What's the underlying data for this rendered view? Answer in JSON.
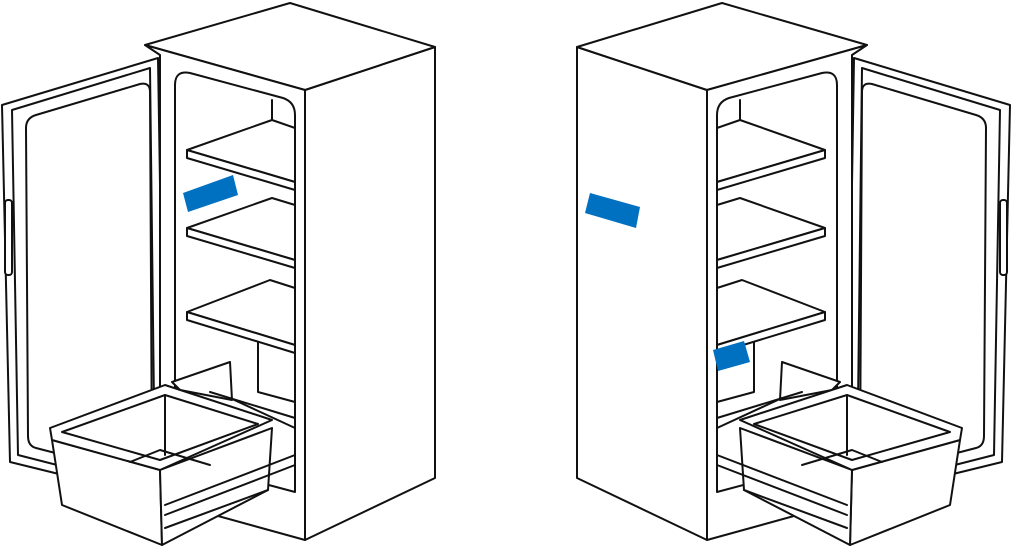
{
  "colors": {
    "line": "#111111",
    "background": "#ffffff",
    "marker": "#0070C0"
  },
  "figures": [
    {
      "name": "refrigerator-left",
      "door_side": "left",
      "markers": 1
    },
    {
      "name": "refrigerator-right",
      "door_side": "right",
      "markers": 2
    }
  ]
}
